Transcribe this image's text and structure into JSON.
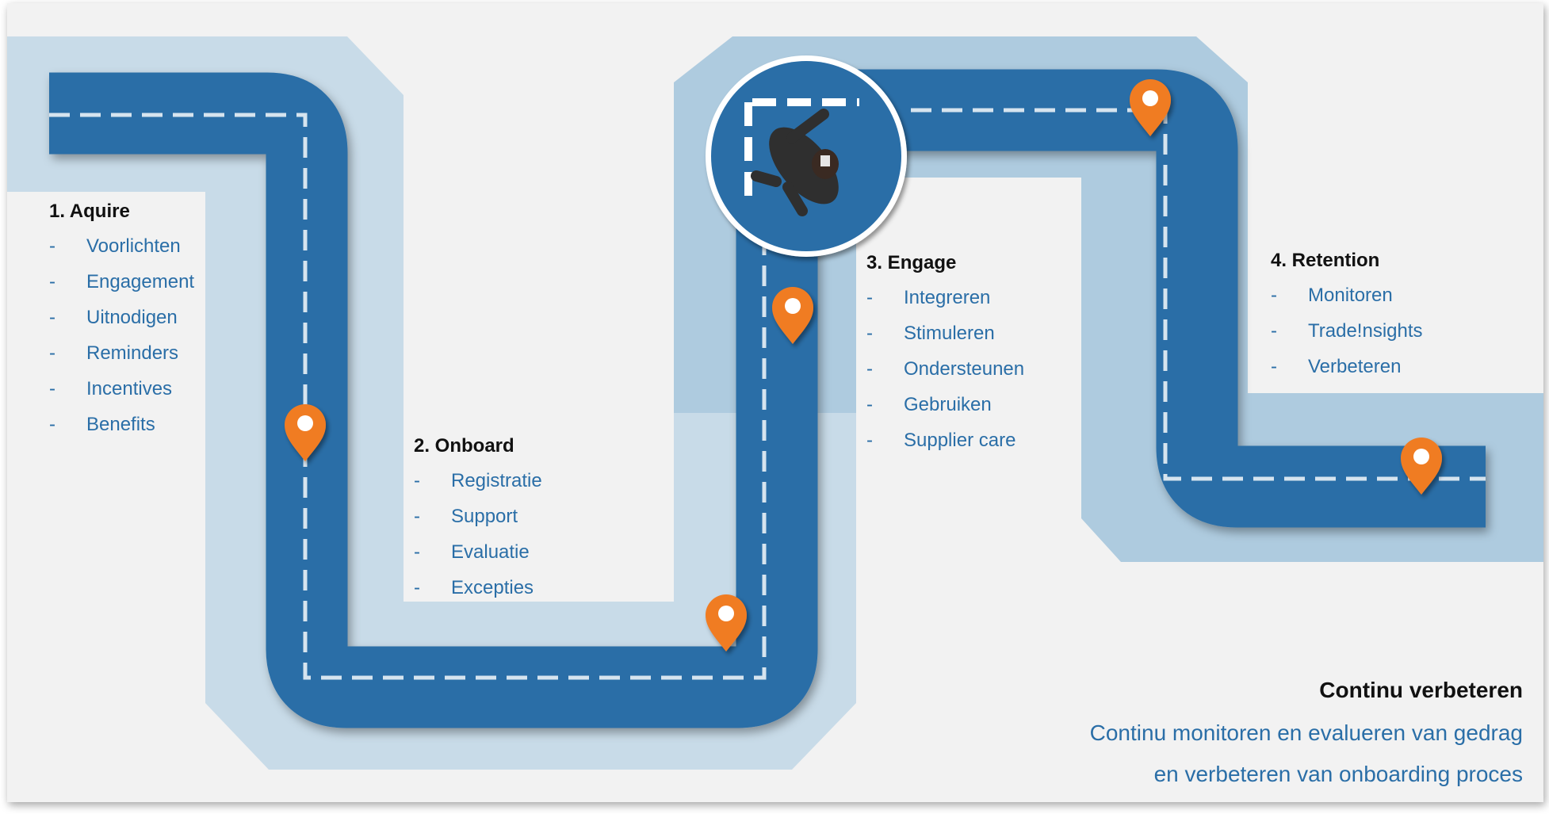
{
  "stages": [
    {
      "title": "1. Aquire",
      "items": [
        "Voorlichten",
        "Engagement",
        "Uitnodigen",
        "Reminders",
        "Incentives",
        "Benefits"
      ]
    },
    {
      "title": "2. Onboard",
      "items": [
        "Registratie",
        "Support",
        "Evaluatie",
        "Excepties"
      ]
    },
    {
      "title": "3. Engage",
      "items": [
        "Integreren",
        "Stimuleren",
        "Ondersteunen",
        "Gebruiken",
        "Supplier care"
      ]
    },
    {
      "title": "4. Retention",
      "items": [
        "Monitoren",
        "Trade!nsights",
        "Verbeteren"
      ]
    }
  ],
  "bullet": "-",
  "footer": {
    "title": "Continu verbeteren",
    "line1": "Continu monitoren en evalueren van gedrag",
    "line2": "en verbeteren van onboarding proces"
  },
  "colors": {
    "background": "#f2f2f2",
    "road": "#2a6ea7",
    "road_band": "#c8dbe8",
    "road_band_dark": "#aecbdf",
    "marker": "#f07b22",
    "text_accent": "#2a6ea7"
  },
  "icons": {
    "marker": "map-pin-icon",
    "avatar": "businessman-avatar"
  }
}
